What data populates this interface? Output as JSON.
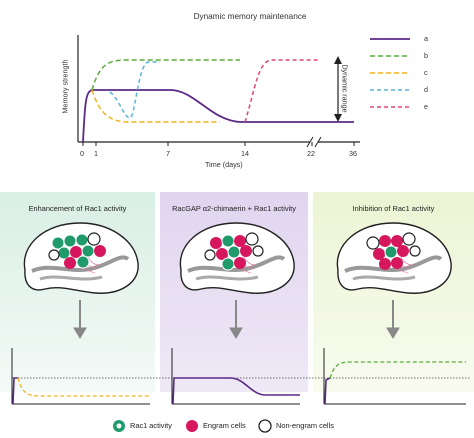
{
  "top_chart": {
    "title": "Dynamic memory maintenance",
    "ylabel": "Memory strength",
    "xlabel": "Time (days)",
    "x_ticks": [
      "0",
      "1",
      "7",
      "14",
      "22",
      "36"
    ],
    "range_label": "Dynamic range",
    "legend": [
      {
        "label": "a",
        "color": "#5b2a86",
        "dash": false
      },
      {
        "label": "b",
        "color": "#5aae3c",
        "dash": true
      },
      {
        "label": "c",
        "color": "#f0b323",
        "dash": true
      },
      {
        "label": "d",
        "color": "#57b6d6",
        "dash": true
      },
      {
        "label": "e",
        "color": "#e0457a",
        "dash": true
      }
    ]
  },
  "panels": [
    {
      "title": "Enhancement of Rac1 activity",
      "bg": "#dff0e8"
    },
    {
      "title": "RacGAP α2-chimaerin + Rac1 activity",
      "bg": "#e4daf0"
    },
    {
      "title": "Inhibition of Rac1 activity",
      "bg": "#eef5d8"
    }
  ],
  "bottom_legend": {
    "rac1": "Rac1 activity",
    "engram": "Engram cells",
    "non_engram": "Non-engram cells"
  },
  "colors": {
    "rac1": "#1f9a6a",
    "engram": "#d6175d",
    "axis": "#222222",
    "arrow": "#888888"
  }
}
